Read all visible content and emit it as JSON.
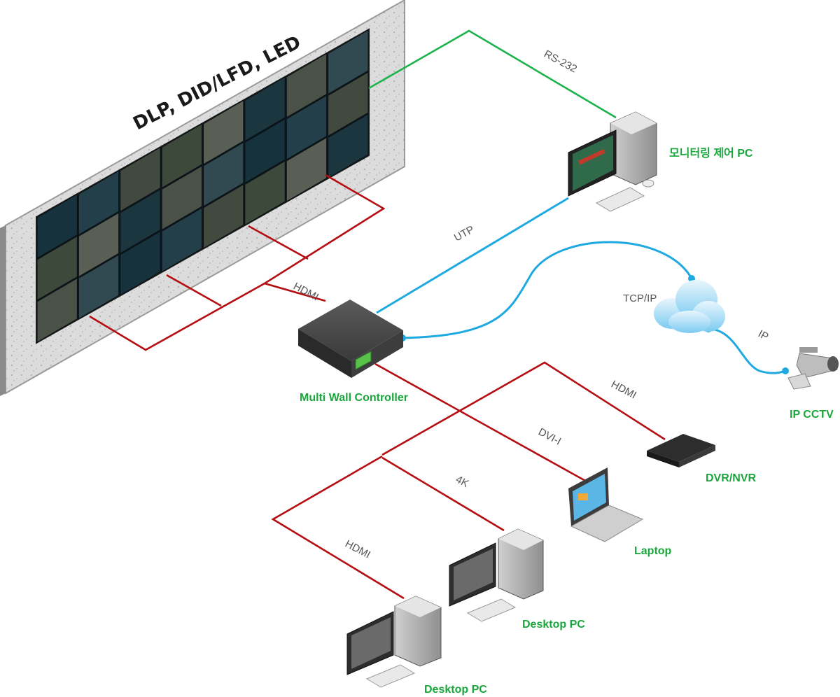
{
  "title": "DLP, DID/LFD, LED",
  "connections": {
    "rs232": "RS-232",
    "utp": "UTP",
    "hdmi_wall": "HDMI",
    "tcpip": "TCP/IP",
    "ip": "IP",
    "hdmi_dvr": "HDMI",
    "dvi": "DVI-I",
    "k4": "4K",
    "hdmi_desktop": "HDMI"
  },
  "devices": {
    "monitor_pc": "모니터링 제어 PC",
    "controller": "Multi Wall Controller",
    "ip_cctv": "IP CCTV",
    "dvr": "DVR/NVR",
    "laptop": "Laptop",
    "desktop_a": "Desktop PC",
    "desktop_b": "Desktop PC"
  },
  "colors": {
    "label_green": "#1aa63c",
    "cable_red": "#b50d12",
    "cable_blue": "#1fa9e1",
    "cable_green": "#1db24b"
  }
}
